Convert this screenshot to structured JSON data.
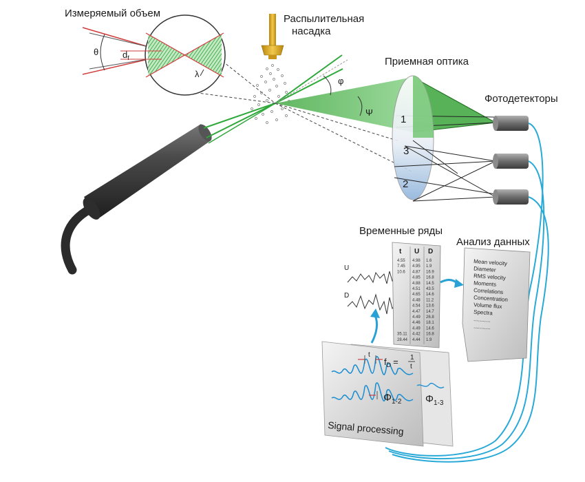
{
  "labels": {
    "measurement_volume": "Измеряемый объем",
    "nozzle": "Распылительная насадка",
    "receiving_optics": "Приемная оптика",
    "photodetectors": "Фотодетекторы",
    "time_series": "Временные ряды",
    "data_analysis": "Анализ данных",
    "signal_processing": "Signal processing"
  },
  "symbols": {
    "theta": "θ",
    "df": "d",
    "df_sub": "f",
    "lambda": "λ",
    "phi": "φ",
    "psi": "Ψ",
    "u": "U",
    "d": "D",
    "fd": "f",
    "fd_sub": "D",
    "fd_eq": "=",
    "fd_num": "1",
    "fd_den": "t",
    "t": "t",
    "phi12": "Φ",
    "phi12_sub": "1-2",
    "phi13": "Φ",
    "phi13_sub": "1-3"
  },
  "optics_sections": [
    "1",
    "3",
    "2"
  ],
  "table": {
    "headers": [
      "t",
      "U",
      "D"
    ],
    "rows": [
      [
        "4.55",
        "4.98",
        "1.6"
      ],
      [
        "7.45",
        "4.95",
        "1.9"
      ],
      [
        "10.6",
        "4.87",
        "16.9"
      ],
      [
        "",
        "4.85",
        "16.8"
      ],
      [
        "",
        "4.88",
        "14.5"
      ],
      [
        "",
        "4.51",
        "43.5"
      ],
      [
        "",
        "4.65",
        "14.6"
      ],
      [
        "",
        "4.48",
        "11.2"
      ],
      [
        "",
        "4.54",
        "13.6"
      ],
      [
        "",
        "4.47",
        "14.7"
      ],
      [
        "",
        "4.49",
        "26.8"
      ],
      [
        "",
        "4.46",
        "18.1"
      ],
      [
        "",
        "4.49",
        "14.6"
      ],
      [
        "35.11",
        "4.42",
        "16.8"
      ],
      [
        "28.44",
        "4.44",
        "1.9"
      ]
    ]
  },
  "analysis_list": [
    "Mean velocity",
    "Diameter",
    "RMS velocity",
    "Moments",
    "Correlations",
    "Concentration",
    "Volume flux",
    "Spectra",
    "...........",
    "..........."
  ],
  "colors": {
    "laser_green": "#2fa83a",
    "laser_red": "#d23b3b",
    "beam_fill": "#5cbf5c",
    "cable_blue": "#28a9d8",
    "signal_blue": "#1e8fd1",
    "nozzle_gold": "#e0a81a",
    "probe_dark": "#3a3a3a"
  }
}
